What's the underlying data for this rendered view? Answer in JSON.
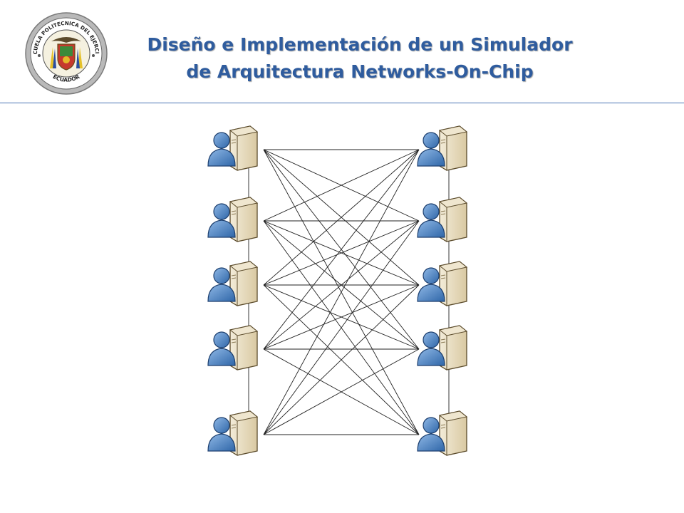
{
  "slide": {
    "title_line1": "Diseño e Implementación de un Simulador",
    "title_line2": "de Arquitectura Networks-On-Chip"
  },
  "logo": {
    "icon": "university-seal-icon",
    "arc_top": "ESCUELA POLITECNICA DEL EJERCITO",
    "arc_bottom": "ECUADOR"
  },
  "diagram": {
    "node_icon": "user-workstation-icon",
    "left_nodes": 5,
    "right_nodes": 5,
    "topology": "complete-bipartite",
    "colors": {
      "person": "#4f86c6",
      "computer": "#e9ddc1",
      "link": "#222222"
    }
  }
}
